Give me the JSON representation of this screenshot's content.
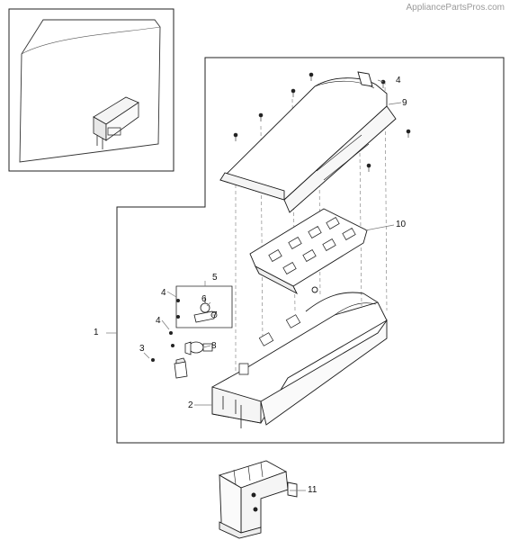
{
  "watermark": "AppliancePartsPros.com",
  "callouts": {
    "c1": "1",
    "c2": "2",
    "c3": "3",
    "c4a": "4",
    "c4b": "4",
    "c4c": "4",
    "c5": "5",
    "c6": "6",
    "c7": "7",
    "c8": "8",
    "c9": "9",
    "c10": "10",
    "c11": "11"
  },
  "colors": {
    "line": "#1a1a1a",
    "leader": "#777777",
    "frame": "#222222"
  }
}
